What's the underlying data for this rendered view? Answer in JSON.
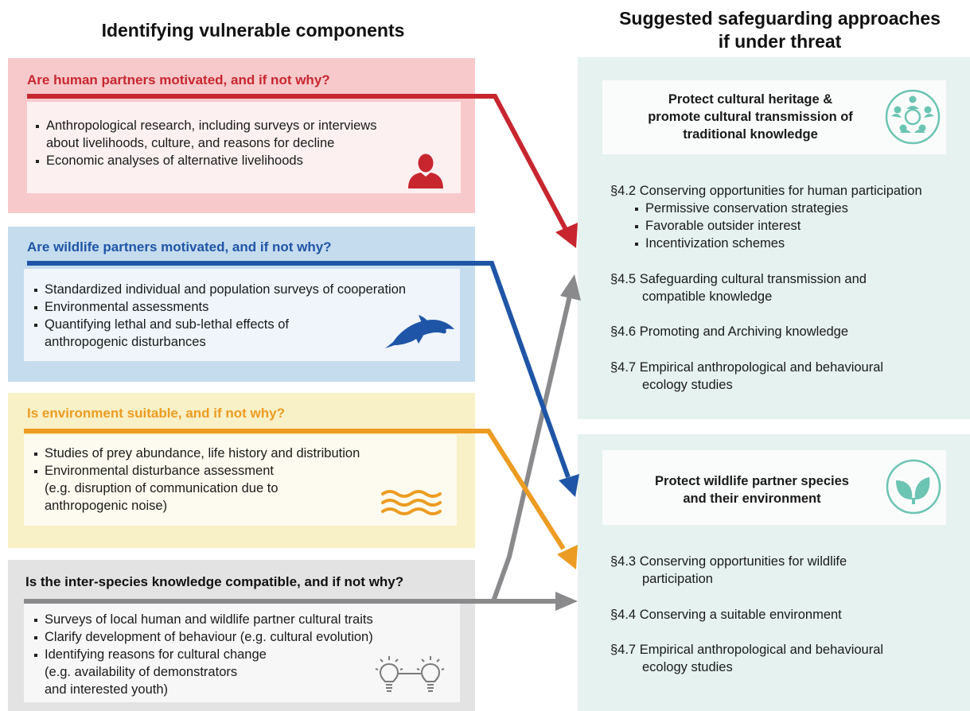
{
  "left_header": "Identifying vulnerable components",
  "right_header": {
    "line1": "Suggested safeguarding approaches",
    "line2": "if under threat"
  },
  "panels": [
    {
      "question": "Are human partners motivated, and if not why?",
      "color": "#c8262f",
      "bg": "#f7c9cb",
      "icon": "person-icon",
      "items": [
        [
          "Anthropological research, including surveys or interviews",
          "about livelihoods, culture, and reasons for decline"
        ],
        [
          "Economic analyses of alternative livelihoods"
        ]
      ]
    },
    {
      "question": "Are wildlife partners motivated, and if not why?",
      "color": "#1f55a6",
      "bg": "#c5dcee",
      "icon": "dolphin-icon",
      "items": [
        [
          "Standardized individual and population surveys of cooperation"
        ],
        [
          "Environmental assessments"
        ],
        [
          "Quantifying lethal and sub-lethal effects of",
          "anthropogenic disturbances"
        ]
      ]
    },
    {
      "question": "Is environment suitable, and if not why?",
      "color": "#ec9c22",
      "bg": "#f8f0c6",
      "icon": "waves-icon",
      "items": [
        [
          "Studies of prey abundance, life history and distribution"
        ],
        [
          "Environmental disturbance assessment",
          "(e.g. disruption of communication due to",
          "anthropogenic noise)"
        ]
      ]
    },
    {
      "question": "Is the inter-species knowledge compatible, and if not why?",
      "color": "#111111",
      "bg": "#e3e3e3",
      "icon": "lightbulbs-icon",
      "items": [
        [
          "Surveys of local human and wildlife partner cultural traits"
        ],
        [
          "Clarify development of behaviour (e.g. cultural evolution)"
        ],
        [
          "Identifying reasons for cultural change",
          "(e.g. availability of demonstrators",
          "and interested youth)"
        ]
      ]
    }
  ],
  "approaches": [
    {
      "title": [
        "Protect cultural heritage &",
        "promote cultural transmission of",
        "traditional knowledge"
      ],
      "icon": "community-circle-icon",
      "sections": [
        {
          "lines": [
            "§4.2 Conserving opportunities for human participation"
          ],
          "bullets": [
            "Permissive conservation strategies",
            "Favorable outsider interest",
            "Incentivization schemes"
          ]
        },
        {
          "lines": [
            "§4.5 Safeguarding cultural transmission and",
            "compatible knowledge"
          ]
        },
        {
          "lines": [
            "§4.6 Promoting and Archiving knowledge"
          ]
        },
        {
          "lines": [
            "§4.7 Empirical anthropological and behavioural",
            "ecology studies"
          ]
        }
      ]
    },
    {
      "title": [
        "Protect wildlife partner species",
        "and their environment"
      ],
      "icon": "leaves-icon",
      "sections": [
        {
          "lines": [
            "§4.3 Conserving opportunities for wildlife",
            "participation"
          ]
        },
        {
          "lines": [
            "§4.4 Conserving a suitable environment"
          ]
        },
        {
          "lines": [
            "§4.7 Empirical anthropological and behavioural",
            "ecology studies"
          ]
        }
      ]
    }
  ],
  "colors": {
    "teal": "#6cc4b3",
    "gray_arrow": "#8a8a8c",
    "right_panel_bg": "#e5f2ef"
  }
}
